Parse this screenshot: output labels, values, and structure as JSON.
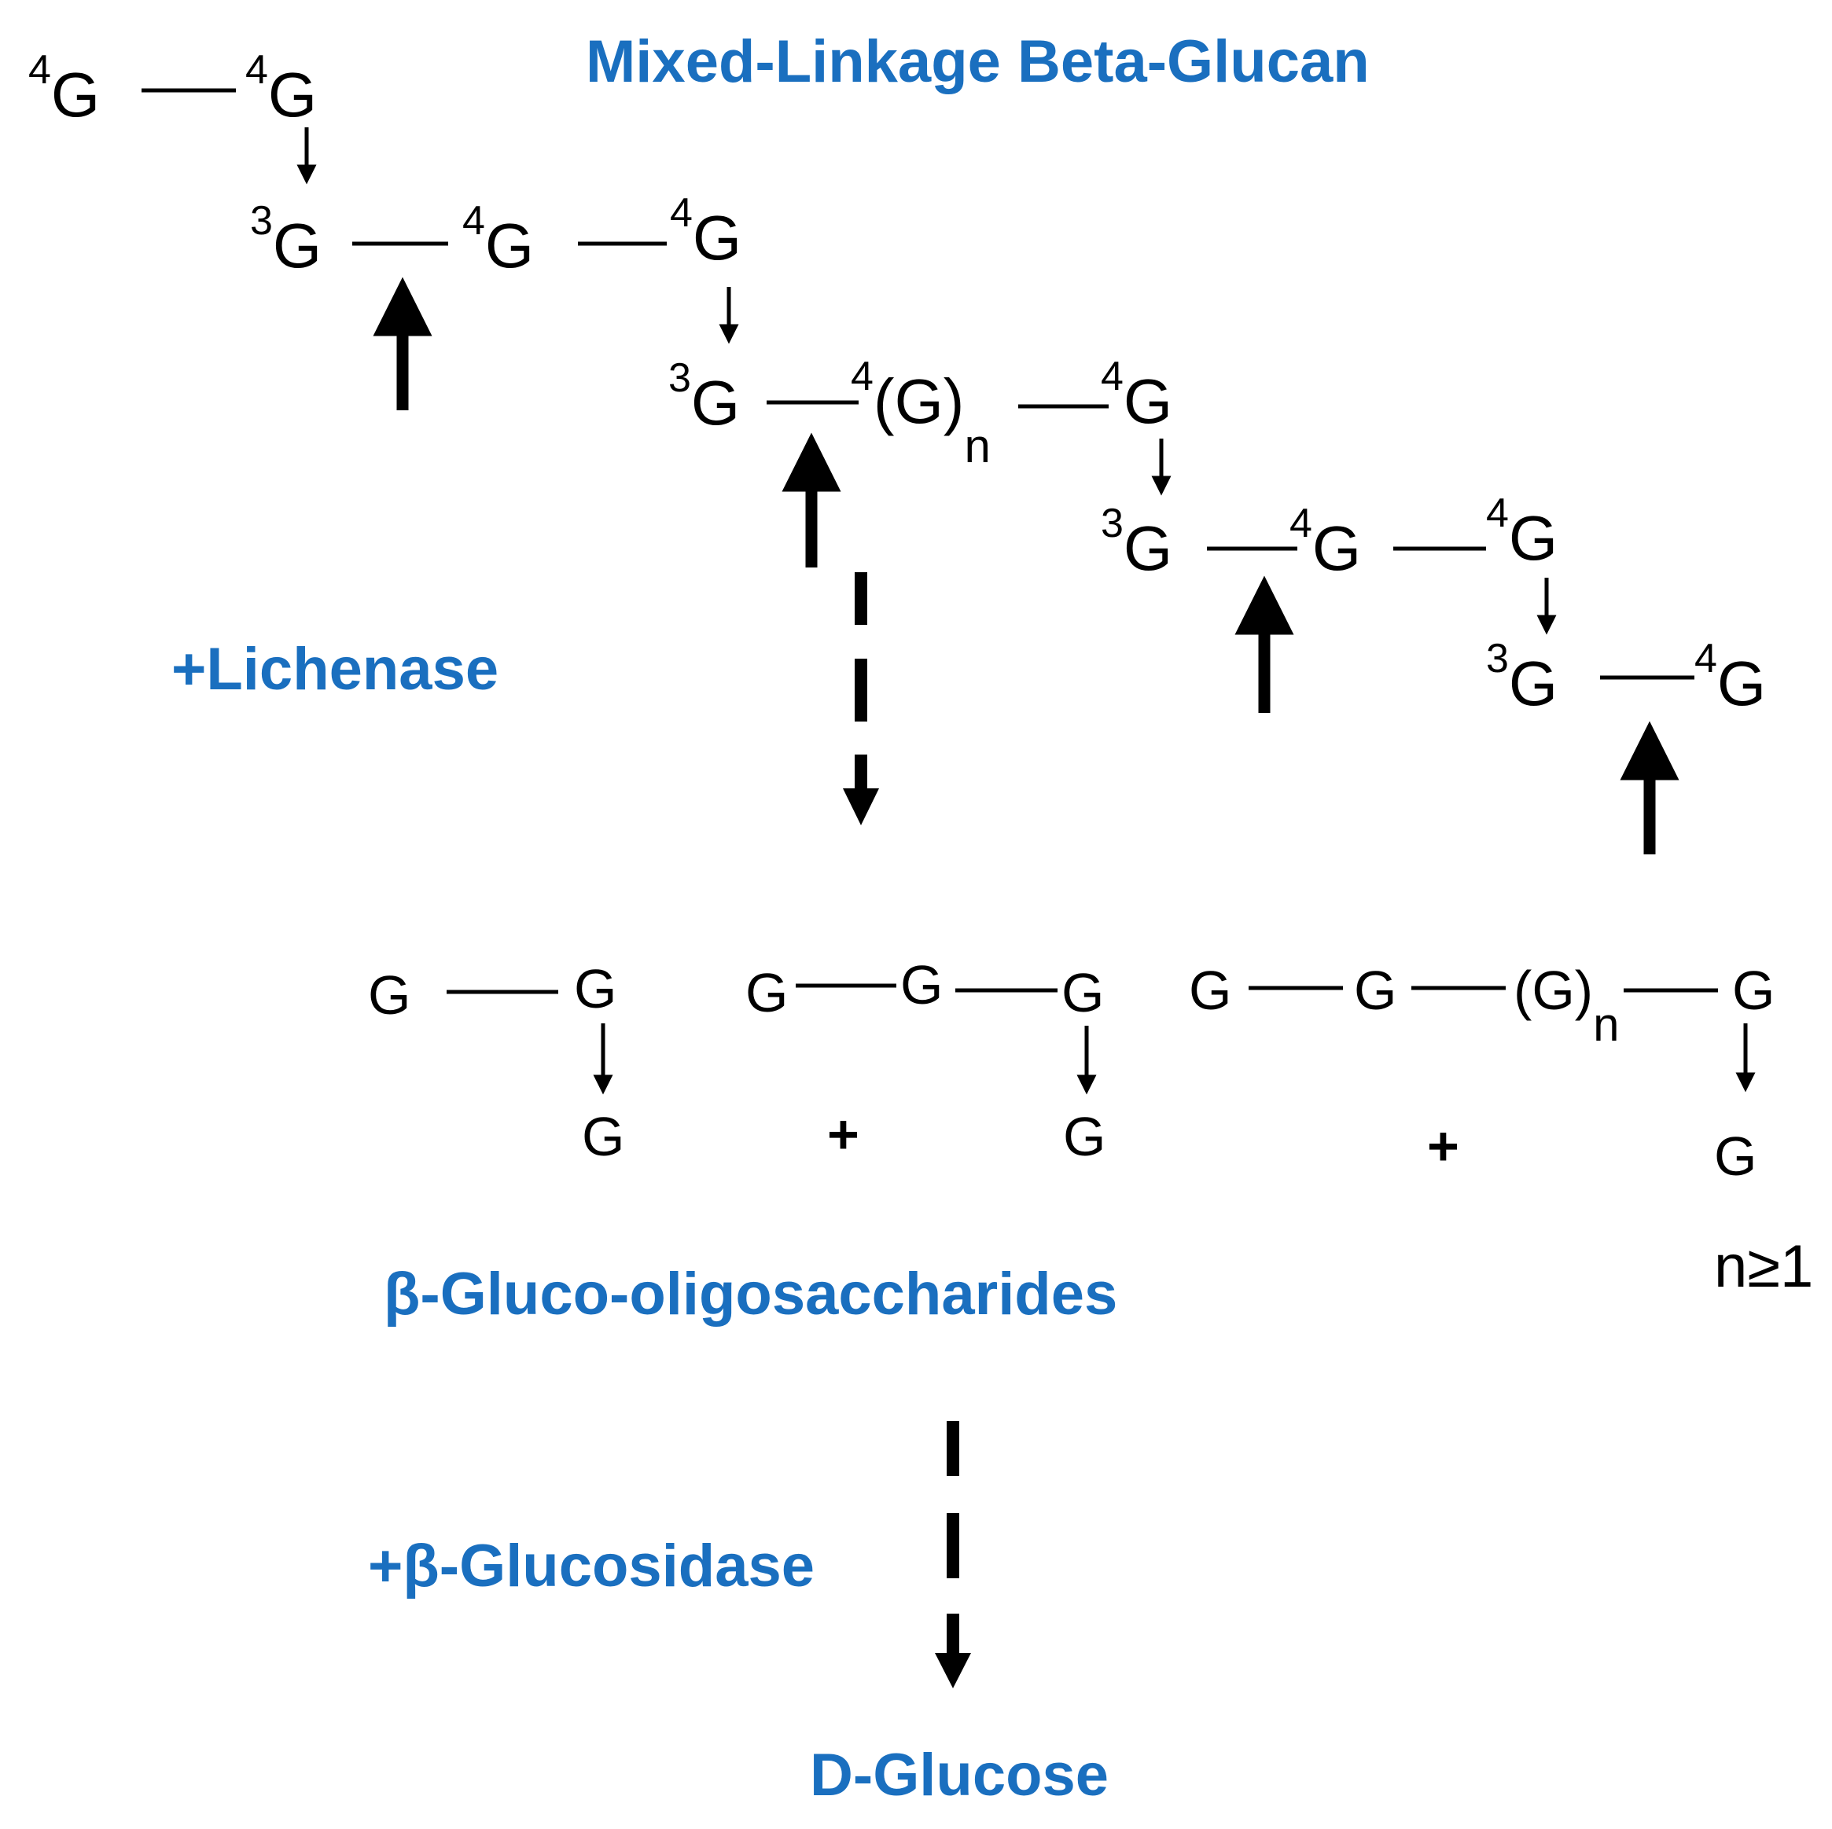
{
  "labels": {
    "title": "Mixed-Linkage Beta-Glucan",
    "lichenase": "+Lichenase",
    "oligos": "β-Gluco-oligosaccharides",
    "glucosidase": "+β-Glucosidase",
    "product": "D-Glucose",
    "n_condition": "n≥1"
  },
  "symbols": {
    "glucose": "G",
    "open_paren": "(",
    "close_paren": ")",
    "n": "n",
    "plus": "+",
    "pos3": "3",
    "pos4": "4"
  },
  "colors": {
    "label_blue": "#1a6fbf",
    "ink": "#000000"
  }
}
